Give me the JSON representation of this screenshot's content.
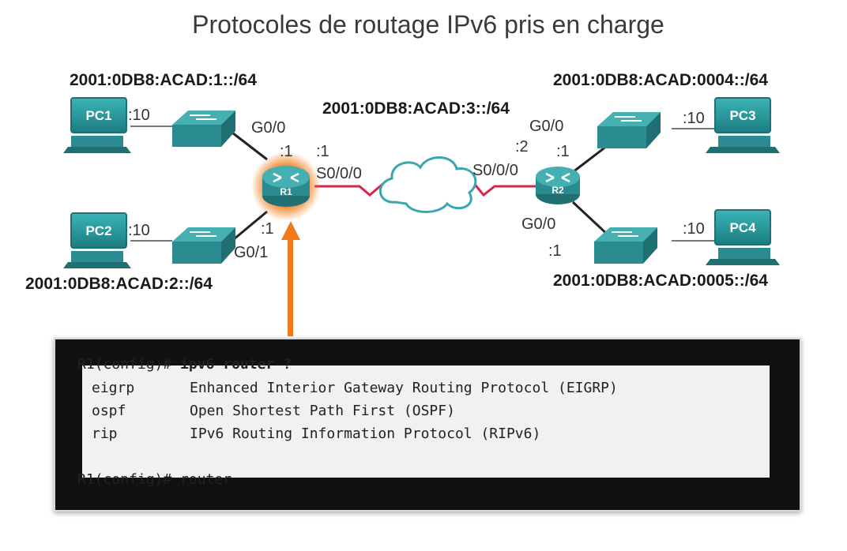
{
  "title": "Protocoles de routage IPv6 pris en charge",
  "networks": {
    "lan1": "2001:0DB8:ACAD:1::/64",
    "lan2": "2001:0DB8:ACAD:2::/64",
    "wan": "2001:0DB8:ACAD:3::/64",
    "lan4": "2001:0DB8:ACAD:0004::/64",
    "lan5": "2001:0DB8:ACAD:0005::/64"
  },
  "devices": {
    "pc1": "PC1",
    "pc2": "PC2",
    "pc3": "PC3",
    "pc4": "PC4",
    "r1": "R1",
    "r2": "R2"
  },
  "interfaces": {
    "pc1_host": ":10",
    "pc2_host": ":10",
    "pc3_host": ":10",
    "pc4_host": ":10",
    "r1_g00": "G0/0",
    "r1_g00_addr": ":1",
    "r1_g01": "G0/1",
    "r1_g01_addr": ":1",
    "r1_s000": "S0/0/0",
    "r1_s000_addr": ":1",
    "r2_s000": "S0/0/0",
    "r2_s000_addr": ":2",
    "r2_g00_top": "G0/0",
    "r2_g00_top_addr": ":1",
    "r2_g00_bottom": "G0/0",
    "r2_g00_bottom_addr": ":1"
  },
  "colors": {
    "device": "#2a8c90",
    "device_dark": "#1f6f73",
    "highlight": "#f07a1a",
    "serial_link": "#d8264a"
  },
  "terminal": {
    "line1_prompt": "R1(config)# ",
    "line1_cmd": "ipv6 router ?",
    "rows": [
      {
        "proto": "eigrp",
        "desc": "Enhanced Interior Gateway Routing Protocol (EIGRP)"
      },
      {
        "proto": "ospf",
        "desc": "Open Shortest Path First (OSPF)"
      },
      {
        "proto": "rip",
        "desc": "IPv6 Routing Information Protocol (RIPv6)"
      }
    ],
    "last_line": "R1(config)# router"
  }
}
